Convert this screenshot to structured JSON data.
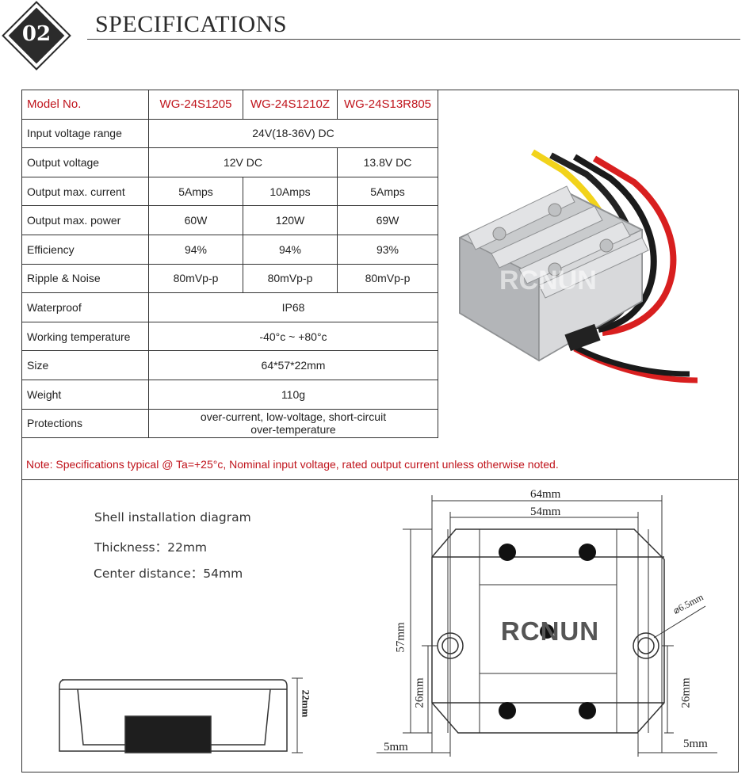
{
  "header": {
    "number": "02",
    "title": "SPECIFICATIONS"
  },
  "table": {
    "headers": [
      "Model No.",
      "WG-24S1205",
      "WG-24S1210Z",
      "WG-24S13R805"
    ],
    "rows": [
      {
        "label": "Input voltage range",
        "values": [
          "24V(18-36V) DC"
        ]
      },
      {
        "label": "Output voltage",
        "values": [
          "12V DC",
          "13.8V DC"
        ]
      },
      {
        "label": "Output max. current",
        "values": [
          "5Amps",
          "10Amps",
          "5Amps"
        ]
      },
      {
        "label": "Output max. power",
        "values": [
          "60W",
          "120W",
          "69W"
        ]
      },
      {
        "label": "Efficiency",
        "values": [
          "94%",
          "94%",
          "93%"
        ]
      },
      {
        "label": "Ripple & Noise",
        "values": [
          "80mVp-p",
          "80mVp-p",
          "80mVp-p"
        ]
      },
      {
        "label": "Waterproof",
        "values": [
          "IP68"
        ]
      },
      {
        "label": "Working temperature",
        "values": [
          "-40°c ~ +80°c"
        ]
      },
      {
        "label": "Size",
        "values": [
          "64*57*22mm"
        ]
      },
      {
        "label": "Weight",
        "values": [
          "110g"
        ]
      },
      {
        "label": "Protections",
        "values": [
          "over-current, low-voltage, short-circuit",
          "over-temperature"
        ]
      }
    ]
  },
  "note": "Note: Specifications typical @ Ta=+25°c, Nominal input voltage, rated output current unless otherwise noted.",
  "product_watermark": "RCNUN",
  "shell": {
    "title": "Shell installation diagram",
    "thickness_label": "Thickness：",
    "thickness_value": "22mm",
    "center_label": "Center distance：",
    "center_value": "54mm"
  },
  "side_view": {
    "height_label": "22mm"
  },
  "top_view": {
    "width_outer": "64mm",
    "width_inner": "54mm",
    "height": "57mm",
    "left_offset": "26mm",
    "right_offset": "26mm",
    "left_margin": "5mm",
    "right_margin": "5mm",
    "hole_diameter": "⌀6.5mm",
    "brand": "RCNUN"
  },
  "colors": {
    "accent": "#c0141c",
    "dark": "#2b2b2b"
  }
}
